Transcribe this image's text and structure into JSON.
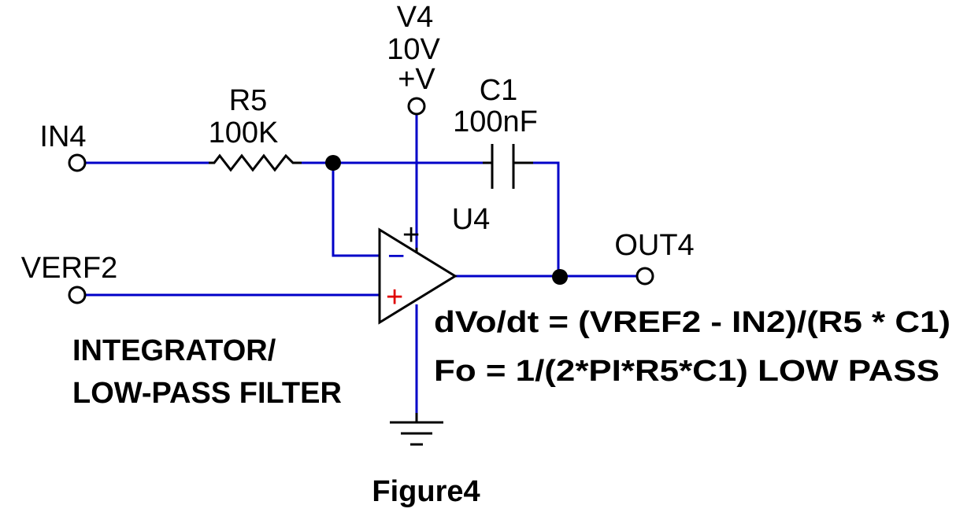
{
  "components": {
    "supply": {
      "ref": "V4",
      "value": "10V",
      "net": "+V"
    },
    "resistor": {
      "ref": "R5",
      "value": "100K"
    },
    "capacitor": {
      "ref": "C1",
      "value": "100nF"
    },
    "opamp": {
      "ref": "U4",
      "plus_sign": "+",
      "minus_sign": "−",
      "inv_label": "−",
      "noninv_label": "+"
    }
  },
  "ports": {
    "input": "IN4",
    "reference": "VERF2",
    "output": "OUT4"
  },
  "annotations": {
    "title_line1": "INTEGRATOR/",
    "title_line2": "LOW-PASS FILTER",
    "equation1": "dVo/dt = (VREF2 - IN2)/(R5 * C1)",
    "equation2": "Fo = 1/(2*PI*R5*C1) LOW PASS",
    "caption": "Figure4"
  },
  "colors": {
    "wire": "#0000c8",
    "component": "#000000",
    "noninverting_sign": "#e00000"
  }
}
